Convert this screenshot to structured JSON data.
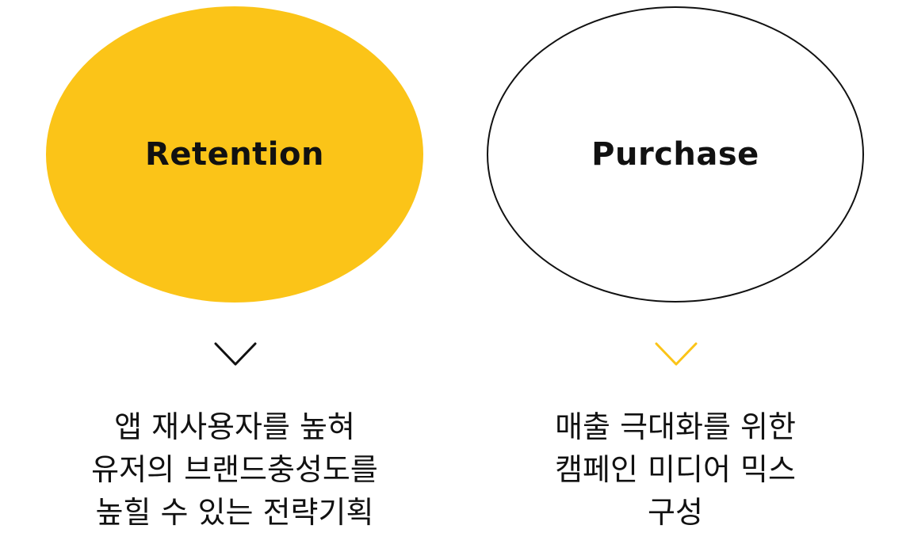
{
  "colors": {
    "accent_yellow": "#fbc418",
    "ink": "#111111",
    "background": "#ffffff"
  },
  "cards": [
    {
      "title": "Retention",
      "style": "filled",
      "chevron_color": "#111111",
      "chevron_icon": "chevron-down-icon",
      "lines": [
        "앱 재사용자를 높혀",
        "유저의 브랜드충성도를",
        "높힐 수 있는 전략기획"
      ]
    },
    {
      "title": "Purchase",
      "style": "outline",
      "chevron_color": "#fbc418",
      "chevron_icon": "chevron-down-icon",
      "lines": [
        "매출 극대화를 위한",
        "캠페인 미디어 믹스",
        "구성"
      ]
    }
  ]
}
